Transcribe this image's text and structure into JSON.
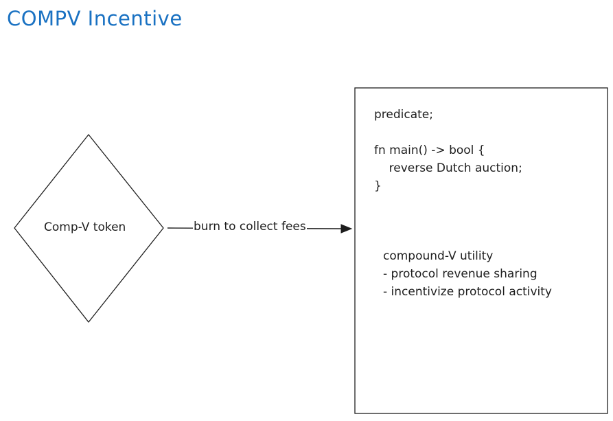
{
  "title": "COMPV Incentive",
  "colors": {
    "title": "#1971c2",
    "stroke": "#1e1e1e",
    "text": "#1e1e1e"
  },
  "diamond": {
    "label": "Comp-V token"
  },
  "arrow": {
    "label": "burn to collect fees"
  },
  "code_box": {
    "lines": [
      "predicate;",
      "",
      "fn main() -> bool {",
      "    reverse Dutch auction;",
      "}"
    ]
  },
  "utility": {
    "lines": [
      "compound-V utility",
      "- protocol revenue sharing",
      "- incentivize protocol activity"
    ]
  }
}
